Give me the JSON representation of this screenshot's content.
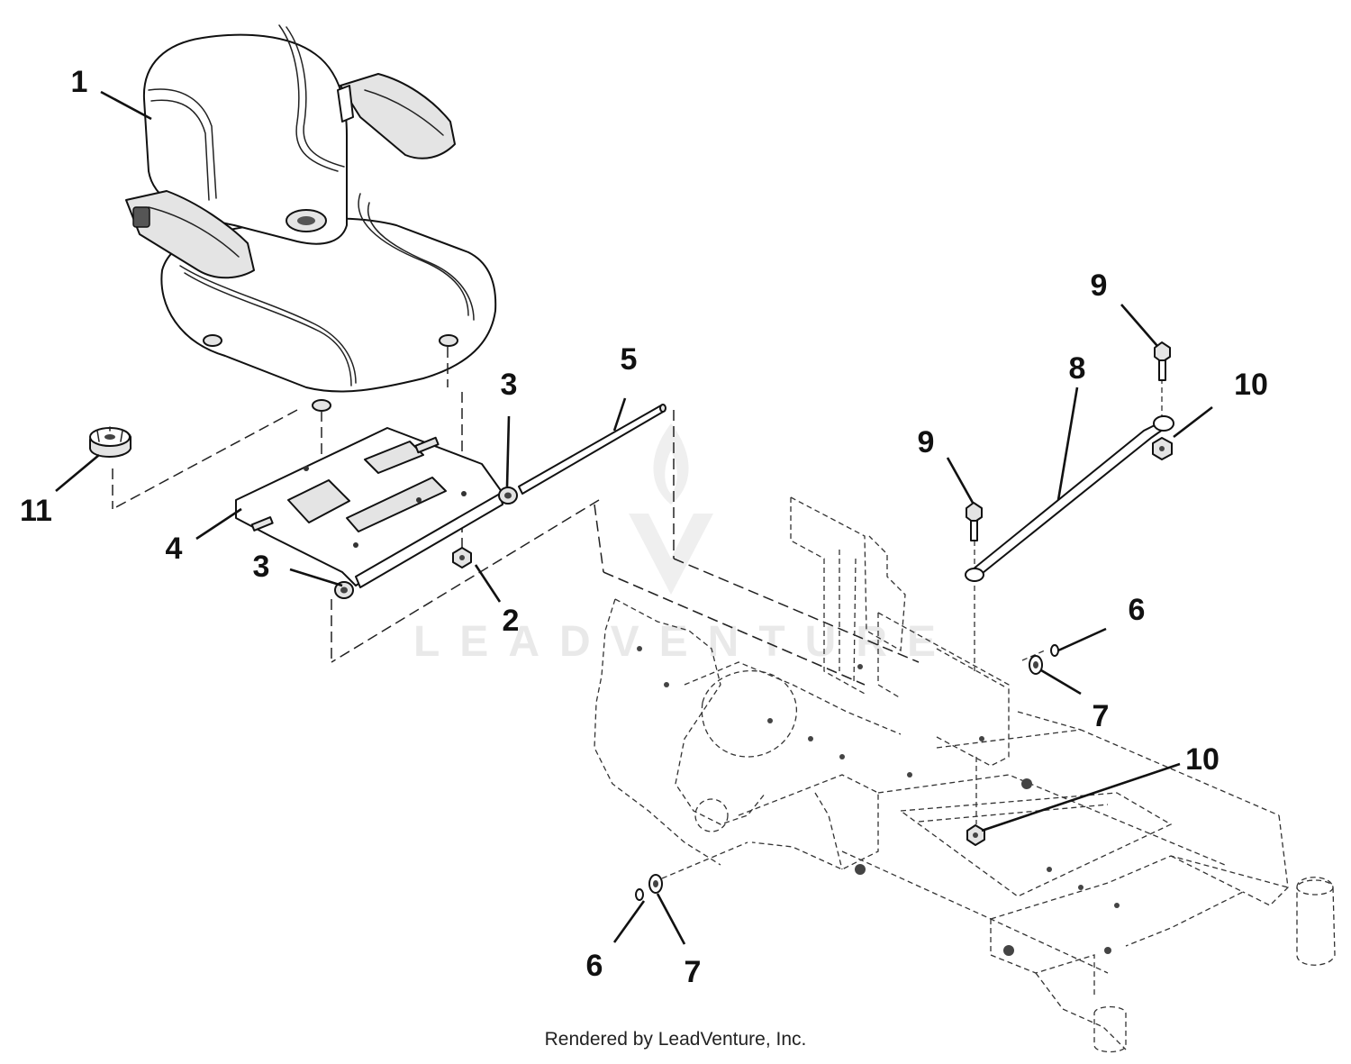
{
  "diagram": {
    "watermark": "LEADVENTURE",
    "footer": "Rendered by LeadVenture, Inc.",
    "callouts": [
      {
        "id": "c1",
        "label": "1",
        "part": "seat"
      },
      {
        "id": "c2",
        "label": "2",
        "part": "nut"
      },
      {
        "id": "c3a",
        "label": "3",
        "part": "bushing"
      },
      {
        "id": "c3b",
        "label": "3",
        "part": "bushing"
      },
      {
        "id": "c4",
        "label": "4",
        "part": "seat-mount-plate"
      },
      {
        "id": "c5",
        "label": "5",
        "part": "pivot-rod"
      },
      {
        "id": "c6a",
        "label": "6",
        "part": "clip"
      },
      {
        "id": "c6b",
        "label": "6",
        "part": "clip"
      },
      {
        "id": "c7a",
        "label": "7",
        "part": "washer"
      },
      {
        "id": "c7b",
        "label": "7",
        "part": "washer"
      },
      {
        "id": "c8",
        "label": "8",
        "part": "support-rod"
      },
      {
        "id": "c9a",
        "label": "9",
        "part": "bolt"
      },
      {
        "id": "c9b",
        "label": "9",
        "part": "bolt"
      },
      {
        "id": "c10a",
        "label": "10",
        "part": "nut"
      },
      {
        "id": "c10b",
        "label": "10",
        "part": "nut"
      },
      {
        "id": "c11",
        "label": "11",
        "part": "knob"
      }
    ]
  }
}
